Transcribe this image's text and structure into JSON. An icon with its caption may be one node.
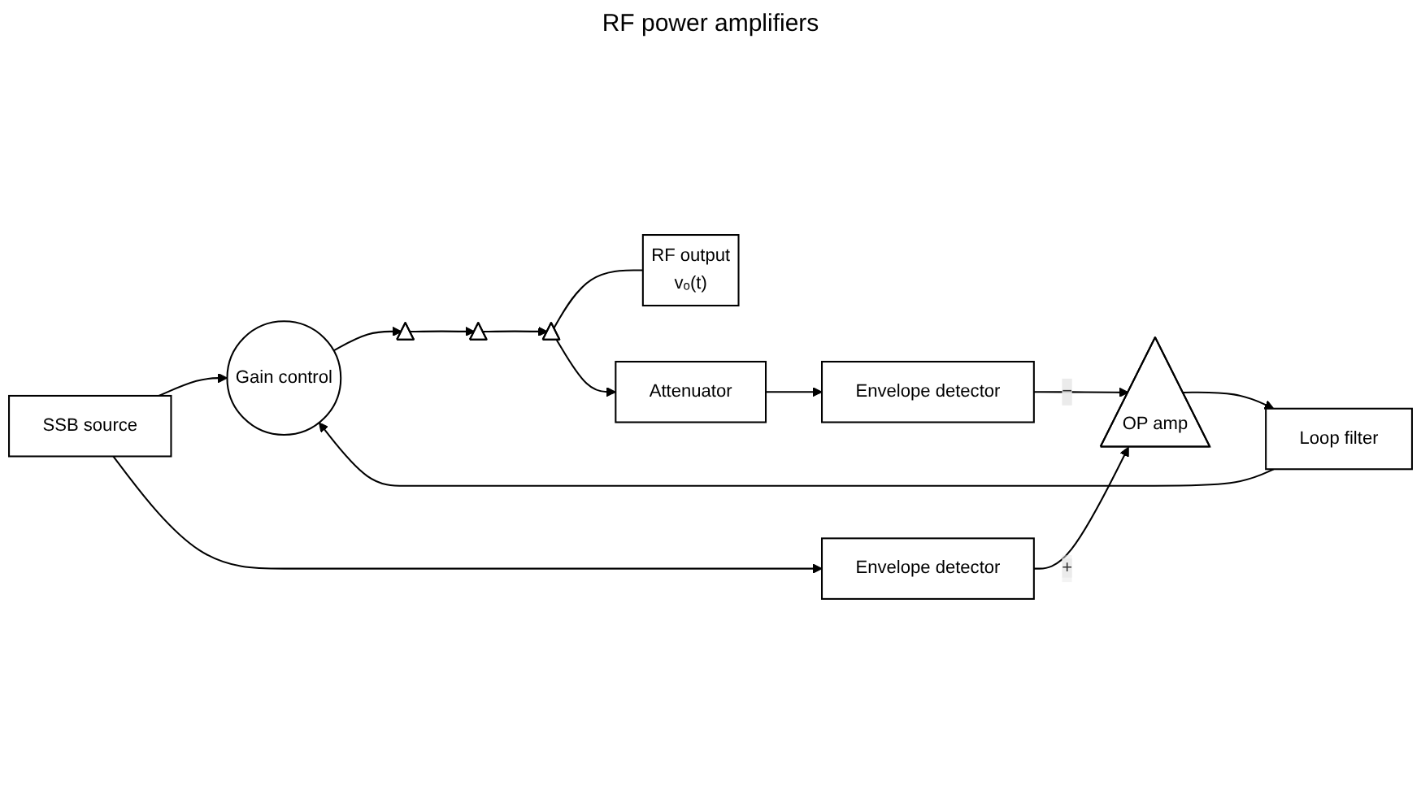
{
  "diagram": {
    "title": "RF power amplifiers",
    "nodes": [
      {
        "text": [
          "SSB source"
        ]
      },
      {
        "text": [
          "Gain control"
        ]
      },
      {
        "text": [],
        "shape": "triangle"
      },
      {
        "text": [],
        "shape": "triangle"
      },
      {
        "text": [],
        "shape": "triangle"
      },
      {
        "text": [
          "RF output",
          "vₒ(t)"
        ]
      },
      {
        "text": [
          "Envelope detector"
        ]
      },
      {
        "text": [
          "Loop filter"
        ]
      },
      {
        "text": [
          "OP amp"
        ]
      },
      {
        "text": [
          "Attenuator"
        ]
      },
      {
        "text": [
          "Envelope detector"
        ]
      }
    ],
    "edges": [
      {
        "from": 0,
        "to": 1,
        "arrow": "to"
      },
      {
        "from": 0,
        "to": 6,
        "arrow": "to"
      },
      {
        "from": 1,
        "to": 2,
        "arrow": "to"
      },
      {
        "from": 2,
        "to": 3,
        "arrow": "to"
      },
      {
        "from": 3,
        "to": 4,
        "arrow": "to"
      },
      {
        "from": 4,
        "to": 5,
        "arrow": "none"
      },
      {
        "from": 4,
        "to": 9,
        "arrow": "to"
      },
      {
        "from": 9,
        "to": 10,
        "arrow": "to"
      },
      {
        "from": 6,
        "to": 8,
        "arrow": "to",
        "label": "+"
      },
      {
        "from": 10,
        "to": 8,
        "arrow": "to",
        "label": "−"
      },
      {
        "from": 8,
        "to": 7,
        "arrow": "to"
      },
      {
        "from": 7,
        "to": 1,
        "arrow": "to"
      }
    ]
  }
}
